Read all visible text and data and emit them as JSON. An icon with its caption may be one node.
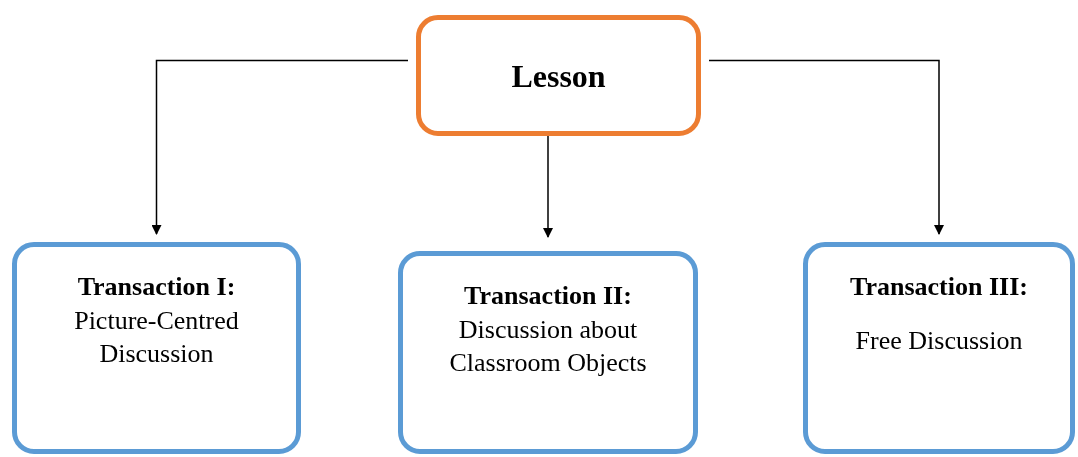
{
  "diagram": {
    "nodes": [
      {
        "text": [
          "Lesson"
        ]
      },
      {
        "text": [
          "Transaction I:",
          "Picture-Centred Discussion"
        ]
      },
      {
        "text": [
          "Transaction II:",
          "Discussion about Classroom Objects"
        ]
      },
      {
        "text": [
          "Transaction III:",
          "Free Discussion"
        ]
      }
    ],
    "edges": [
      {
        "from": 0,
        "to": 1,
        "arrow": "to"
      },
      {
        "from": 0,
        "to": 2,
        "arrow": "to"
      },
      {
        "from": 0,
        "to": 3,
        "arrow": "to"
      }
    ]
  }
}
